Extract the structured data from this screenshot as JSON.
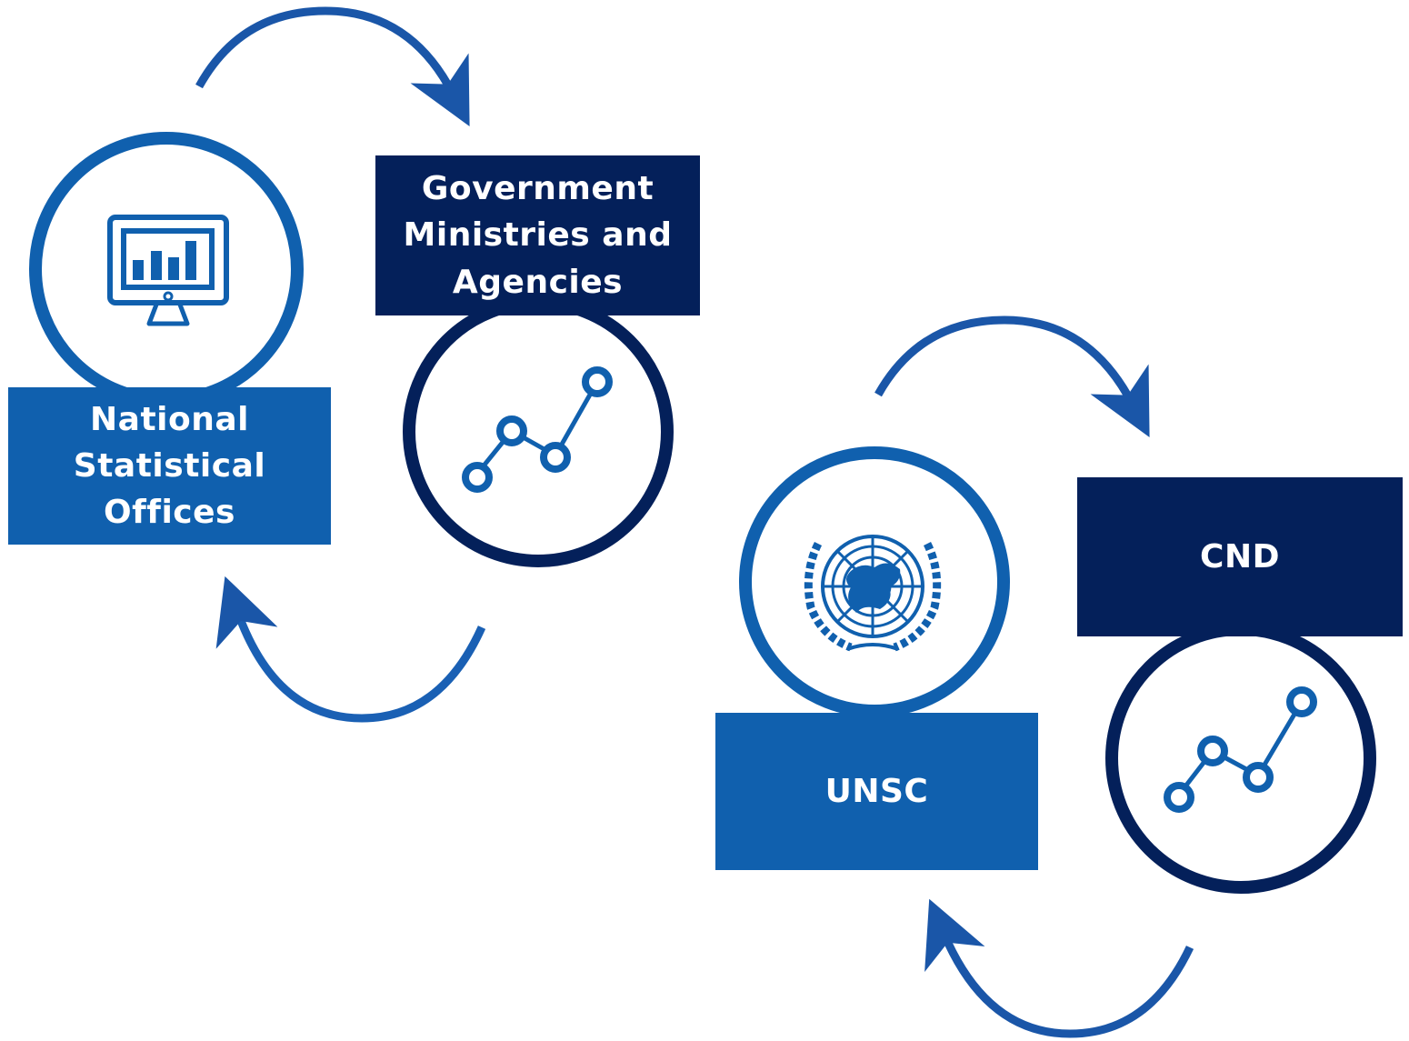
{
  "colors": {
    "light_blue": "#1060ae",
    "dark_navy": "#04205a",
    "arrow_blue": "#1a56a8",
    "background": "#ffffff"
  },
  "nodes": [
    {
      "id": "nso",
      "label": "National Statistical Offices",
      "icon": "monitor-bar-chart-icon"
    },
    {
      "id": "gov",
      "label": "Government Ministries and Agencies",
      "icon": "line-graph-icon"
    },
    {
      "id": "unsc",
      "label": "UNSC",
      "icon": "un-emblem-icon"
    },
    {
      "id": "cnd",
      "label": "CND",
      "icon": "line-graph-icon"
    }
  ],
  "cycles": [
    {
      "name": "national-cycle",
      "from": "nso",
      "to": "gov"
    },
    {
      "name": "international-cycle",
      "from": "unsc",
      "to": "cnd"
    }
  ]
}
